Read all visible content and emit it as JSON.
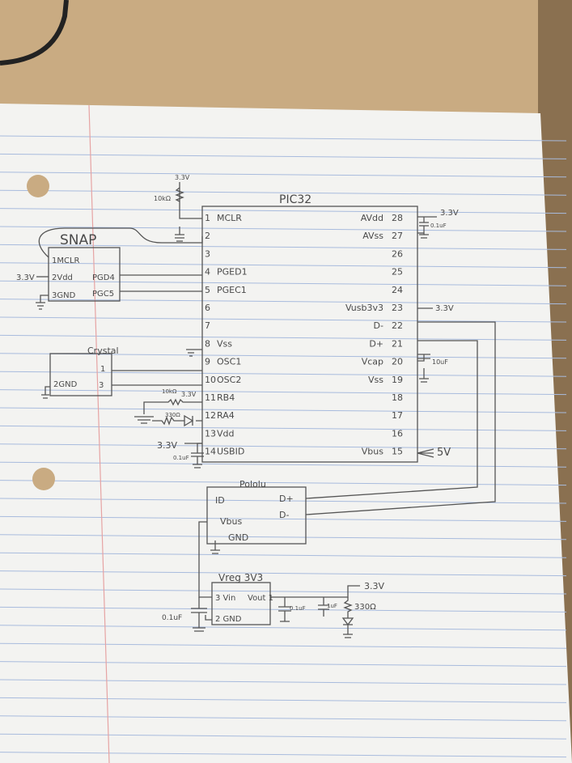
{
  "chip": {
    "title": "PIC32",
    "left_pins": [
      {
        "num": "1",
        "name": "MCLR"
      },
      {
        "num": "2",
        "name": ""
      },
      {
        "num": "3",
        "name": ""
      },
      {
        "num": "4",
        "name": "PGED1"
      },
      {
        "num": "5",
        "name": "PGEC1"
      },
      {
        "num": "6",
        "name": ""
      },
      {
        "num": "7",
        "name": ""
      },
      {
        "num": "8",
        "name": "Vss"
      },
      {
        "num": "9",
        "name": "OSC1"
      },
      {
        "num": "10",
        "name": "OSC2"
      },
      {
        "num": "11",
        "name": "RB4"
      },
      {
        "num": "12",
        "name": "RA4"
      },
      {
        "num": "13",
        "name": "Vdd"
      },
      {
        "num": "14",
        "name": "USBID"
      }
    ],
    "right_pins": [
      {
        "num": "28",
        "name": "AVdd"
      },
      {
        "num": "27",
        "name": "AVss"
      },
      {
        "num": "26",
        "name": ""
      },
      {
        "num": "25",
        "name": ""
      },
      {
        "num": "24",
        "name": ""
      },
      {
        "num": "23",
        "name": "Vusb3v3"
      },
      {
        "num": "22",
        "name": "D-"
      },
      {
        "num": "21",
        "name": "D+"
      },
      {
        "num": "20",
        "name": "Vcap"
      },
      {
        "num": "19",
        "name": "Vss"
      },
      {
        "num": "18",
        "name": ""
      },
      {
        "num": "17",
        "name": ""
      },
      {
        "num": "16",
        "name": ""
      },
      {
        "num": "15",
        "name": "Vbus"
      }
    ]
  },
  "snap": {
    "title": "SNAP",
    "left": [
      "1MCLR",
      "2Vdd",
      "3GND"
    ],
    "right": [
      "PGD4",
      "PGC5"
    ],
    "supply": "3.3V"
  },
  "crystal": {
    "title": "Crystal",
    "pin_gnd": "2GND",
    "pin1": "1",
    "pin3": "3"
  },
  "pololu": {
    "title": "Pololu",
    "left": [
      "ID",
      "Vbus",
      "GND"
    ],
    "right": [
      "D+",
      "D-"
    ]
  },
  "vreg": {
    "title": "Vreg 3V3",
    "pins": [
      "3 Vin",
      "Vout 1",
      "2 GND"
    ]
  },
  "labels": {
    "mclr_supply": "3.3V",
    "mclr_resistor": "10kΩ",
    "avdd_supply": "3.3V",
    "avdd_cap": "0.1uF",
    "vusb_supply": "3.3V",
    "vcap_cap": "10uF",
    "vbus_supply": "5V",
    "rb4_resistor": "10kΩ",
    "rb4_supply": "3.3V",
    "ra4_resistor": "330Ω",
    "vdd_supply": "3.3V",
    "vdd_cap": "0.1uF",
    "vreg_in_cap": "0.1uF",
    "vreg_out": "3.3V",
    "vreg_out_cap": "0.1uF",
    "vreg_out_cap2": "1uF",
    "led_resistor": "330Ω"
  },
  "colors": {
    "paper": "#f5f5f3",
    "rule": "#9bb3d8",
    "margin": "#e28b8b",
    "pencil": "#555555",
    "desk": "#c9ab82"
  }
}
